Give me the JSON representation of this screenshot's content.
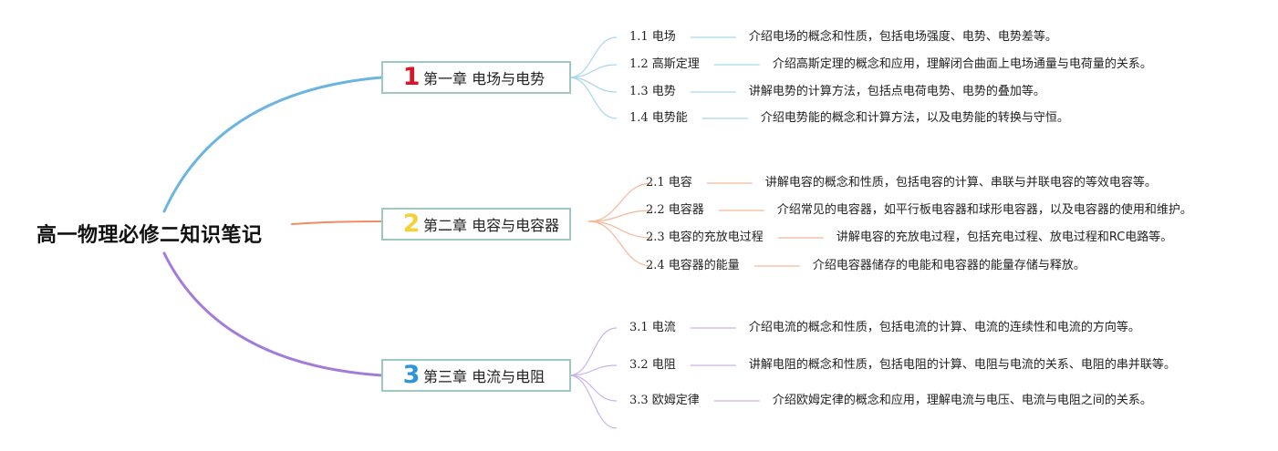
{
  "root": {
    "title": "高一物理必修二知识笔记"
  },
  "chapters": [
    {
      "num": "1",
      "num_color": "#d9152a",
      "line_color": "#6cb5e0",
      "sub_color": "#a8d5ee",
      "label": "第一章 电场与电势",
      "sections": [
        {
          "title": "1.1 电场",
          "desc": "介绍电场的概念和性质，包括电场强度、电势、电势差等。"
        },
        {
          "title": "1.2 高斯定理",
          "desc": "介绍高斯定理的概念和应用，理解闭合曲面上电场通量与电荷量的关系。"
        },
        {
          "title": "1.3 电势",
          "desc": "讲解电势的计算方法，包括点电荷电势、电势的叠加等。"
        },
        {
          "title": "1.4 电势能",
          "desc": "介绍电势能的概念和计算方法，以及电势能的转换与守恒。"
        }
      ]
    },
    {
      "num": "2",
      "num_color": "#f2d23c",
      "line_color": "#ee8d62",
      "sub_color": "#f4b89a",
      "label": "第二章 电容与电容器",
      "sections": [
        {
          "title": "2.1 电容",
          "desc": "讲解电容的概念和性质，包括电容的计算、串联与并联电容的等效电容等。"
        },
        {
          "title": "2.2 电容器",
          "desc": "介绍常见的电容器，如平行板电容器和球形电容器，以及电容器的使用和维护。"
        },
        {
          "title": "2.3 电容的充放电过程",
          "desc": "讲解电容的充放电过程，包括充电过程、放电过程和RC电路等。"
        },
        {
          "title": "2.4 电容器的能量",
          "desc": "介绍电容器储存的电能和电容器的能量存储与释放。"
        }
      ]
    },
    {
      "num": "3",
      "num_color": "#2f95d8",
      "line_color": "#a37bdb",
      "sub_color": "#c9b2ec",
      "label": "第三章 电流与电阻",
      "sections": [
        {
          "title": "3.1 电流",
          "desc": "介绍电流的概念和性质，包括电流的计算、电流的连续性和电流的方向等。"
        },
        {
          "title": "3.2 电阻",
          "desc": "讲解电阻的概念和性质，包括电阻的计算、电阻与电流的关系、电阻的串并联等。"
        },
        {
          "title": "3.3 欧姆定律",
          "desc": "介绍欧姆定律的概念和应用，理解电流与电压、电流与电阻之间的关系。"
        }
      ]
    }
  ]
}
